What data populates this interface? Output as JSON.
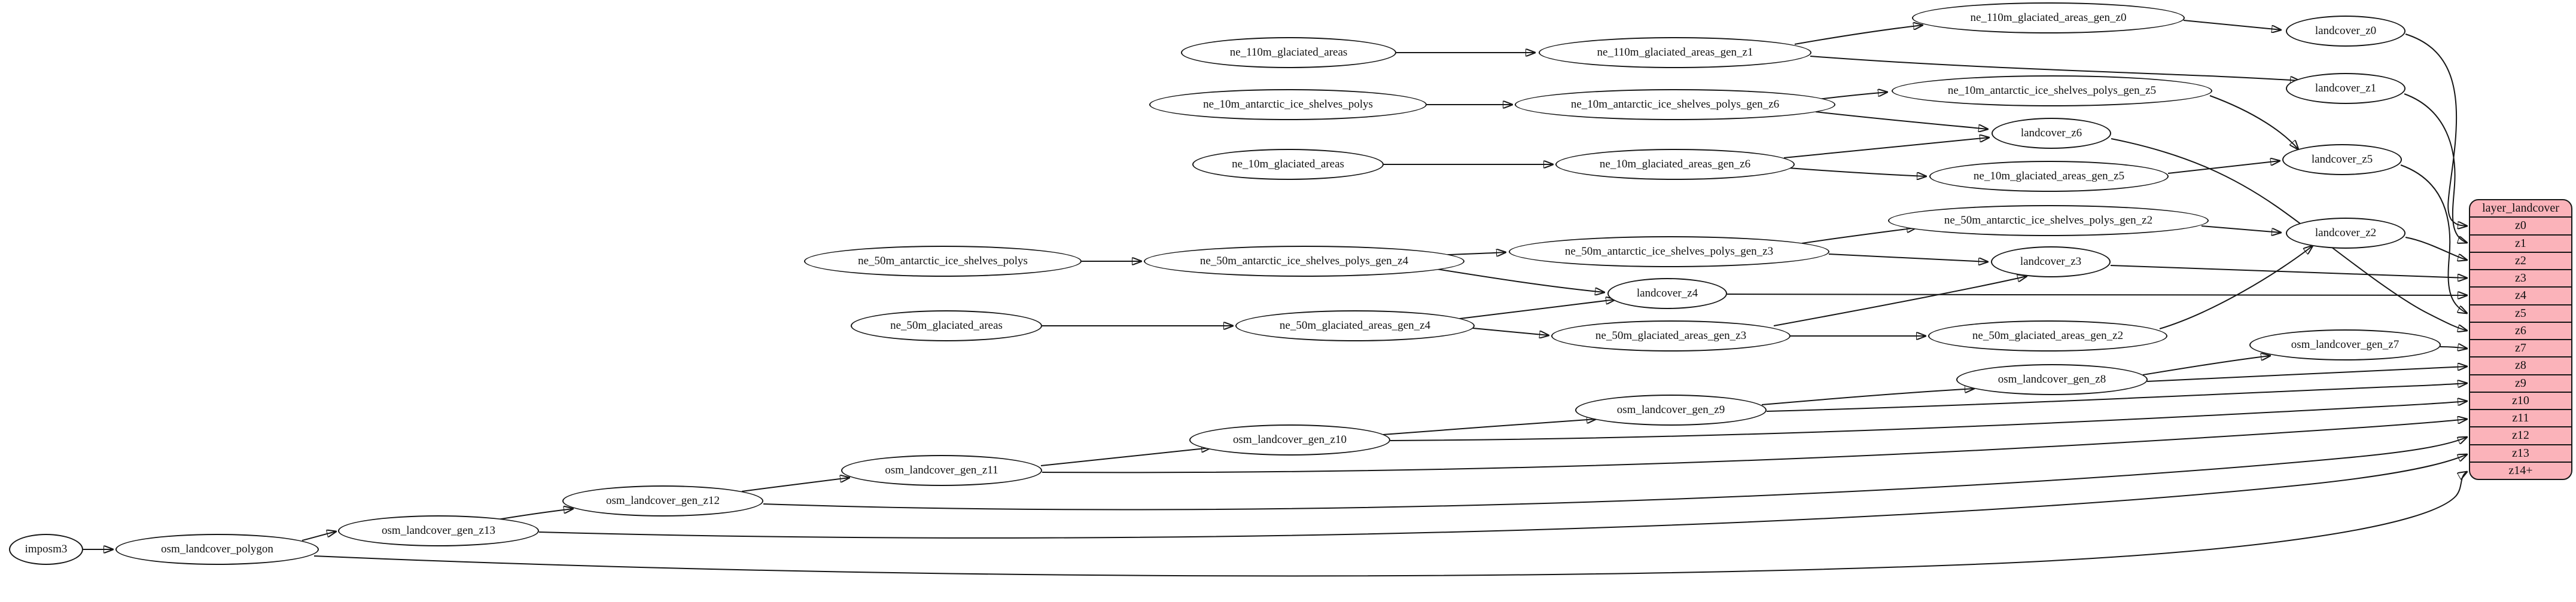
{
  "diagram": {
    "kind": "etl-dependency-graph",
    "colors": {
      "background": "#ffffff",
      "node_fill": "#ffffff",
      "node_stroke": "#161616",
      "edge": "#161616",
      "record_fill": "#fbb3ba"
    }
  },
  "nodes": {
    "imposm3": "imposm3",
    "osm_landcover_polygon": "osm_landcover_polygon",
    "osm_landcover_gen_z13": "osm_landcover_gen_z13",
    "osm_landcover_gen_z12": "osm_landcover_gen_z12",
    "osm_landcover_gen_z11": "osm_landcover_gen_z11",
    "osm_landcover_gen_z10": "osm_landcover_gen_z10",
    "osm_landcover_gen_z9": "osm_landcover_gen_z9",
    "osm_landcover_gen_z8": "osm_landcover_gen_z8",
    "osm_landcover_gen_z7": "osm_landcover_gen_z7",
    "ne_110m_glaciated_areas": "ne_110m_glaciated_areas",
    "ne_110m_glaciated_areas_gen_z1": "ne_110m_glaciated_areas_gen_z1",
    "ne_110m_glaciated_areas_gen_z0": "ne_110m_glaciated_areas_gen_z0",
    "ne_10m_antarctic_ice_shelves_polys": "ne_10m_antarctic_ice_shelves_polys",
    "ne_10m_antarctic_ice_shelves_polys_gen_z6": "ne_10m_antarctic_ice_shelves_polys_gen_z6",
    "ne_10m_antarctic_ice_shelves_polys_gen_z5": "ne_10m_antarctic_ice_shelves_polys_gen_z5",
    "ne_10m_glaciated_areas": "ne_10m_glaciated_areas",
    "ne_10m_glaciated_areas_gen_z6": "ne_10m_glaciated_areas_gen_z6",
    "ne_10m_glaciated_areas_gen_z5": "ne_10m_glaciated_areas_gen_z5",
    "ne_50m_antarctic_ice_shelves_polys": "ne_50m_antarctic_ice_shelves_polys",
    "ne_50m_antarctic_ice_shelves_polys_gen_z4": "ne_50m_antarctic_ice_shelves_polys_gen_z4",
    "ne_50m_antarctic_ice_shelves_polys_gen_z3": "ne_50m_antarctic_ice_shelves_polys_gen_z3",
    "ne_50m_antarctic_ice_shelves_polys_gen_z2": "ne_50m_antarctic_ice_shelves_polys_gen_z2",
    "ne_50m_glaciated_areas": "ne_50m_glaciated_areas",
    "ne_50m_glaciated_areas_gen_z4": "ne_50m_glaciated_areas_gen_z4",
    "ne_50m_glaciated_areas_gen_z3": "ne_50m_glaciated_areas_gen_z3",
    "ne_50m_glaciated_areas_gen_z2": "ne_50m_glaciated_areas_gen_z2",
    "landcover_z0": "landcover_z0",
    "landcover_z1": "landcover_z1",
    "landcover_z2": "landcover_z2",
    "landcover_z3": "landcover_z3",
    "landcover_z4": "landcover_z4",
    "landcover_z5": "landcover_z5",
    "landcover_z6": "landcover_z6"
  },
  "table": {
    "title": "layer_landcover",
    "rows": [
      "z0",
      "z1",
      "z2",
      "z3",
      "z4",
      "z5",
      "z6",
      "z7",
      "z8",
      "z9",
      "z10",
      "z11",
      "z12",
      "z13",
      "z14+"
    ]
  },
  "edges": [
    [
      "imposm3",
      "osm_landcover_polygon"
    ],
    [
      "osm_landcover_polygon",
      "osm_landcover_gen_z13"
    ],
    [
      "osm_landcover_polygon",
      "layer_landcover.z14+"
    ],
    [
      "osm_landcover_gen_z13",
      "osm_landcover_gen_z12"
    ],
    [
      "osm_landcover_gen_z13",
      "layer_landcover.z13"
    ],
    [
      "osm_landcover_gen_z12",
      "osm_landcover_gen_z11"
    ],
    [
      "osm_landcover_gen_z12",
      "layer_landcover.z12"
    ],
    [
      "osm_landcover_gen_z11",
      "osm_landcover_gen_z10"
    ],
    [
      "osm_landcover_gen_z11",
      "layer_landcover.z11"
    ],
    [
      "osm_landcover_gen_z10",
      "osm_landcover_gen_z9"
    ],
    [
      "osm_landcover_gen_z10",
      "layer_landcover.z10"
    ],
    [
      "osm_landcover_gen_z9",
      "osm_landcover_gen_z8"
    ],
    [
      "osm_landcover_gen_z9",
      "layer_landcover.z9"
    ],
    [
      "osm_landcover_gen_z8",
      "osm_landcover_gen_z7"
    ],
    [
      "osm_landcover_gen_z8",
      "layer_landcover.z8"
    ],
    [
      "osm_landcover_gen_z7",
      "layer_landcover.z7"
    ],
    [
      "ne_110m_glaciated_areas",
      "ne_110m_glaciated_areas_gen_z1"
    ],
    [
      "ne_110m_glaciated_areas_gen_z1",
      "ne_110m_glaciated_areas_gen_z0"
    ],
    [
      "ne_110m_glaciated_areas_gen_z1",
      "landcover_z1"
    ],
    [
      "ne_110m_glaciated_areas_gen_z0",
      "landcover_z0"
    ],
    [
      "landcover_z0",
      "layer_landcover.z0"
    ],
    [
      "landcover_z1",
      "layer_landcover.z1"
    ],
    [
      "ne_10m_antarctic_ice_shelves_polys",
      "ne_10m_antarctic_ice_shelves_polys_gen_z6"
    ],
    [
      "ne_10m_antarctic_ice_shelves_polys_gen_z6",
      "ne_10m_antarctic_ice_shelves_polys_gen_z5"
    ],
    [
      "ne_10m_antarctic_ice_shelves_polys_gen_z6",
      "landcover_z6"
    ],
    [
      "ne_10m_antarctic_ice_shelves_polys_gen_z5",
      "landcover_z5"
    ],
    [
      "ne_10m_glaciated_areas",
      "ne_10m_glaciated_areas_gen_z6"
    ],
    [
      "ne_10m_glaciated_areas_gen_z6",
      "landcover_z6"
    ],
    [
      "ne_10m_glaciated_areas_gen_z6",
      "ne_10m_glaciated_areas_gen_z5"
    ],
    [
      "ne_10m_glaciated_areas_gen_z5",
      "landcover_z5"
    ],
    [
      "landcover_z5",
      "layer_landcover.z5"
    ],
    [
      "landcover_z6",
      "layer_landcover.z6"
    ],
    [
      "ne_50m_antarctic_ice_shelves_polys",
      "ne_50m_antarctic_ice_shelves_polys_gen_z4"
    ],
    [
      "ne_50m_antarctic_ice_shelves_polys_gen_z4",
      "ne_50m_antarctic_ice_shelves_polys_gen_z3"
    ],
    [
      "ne_50m_antarctic_ice_shelves_polys_gen_z4",
      "landcover_z4"
    ],
    [
      "ne_50m_antarctic_ice_shelves_polys_gen_z3",
      "ne_50m_antarctic_ice_shelves_polys_gen_z2"
    ],
    [
      "ne_50m_antarctic_ice_shelves_polys_gen_z3",
      "landcover_z3"
    ],
    [
      "ne_50m_antarctic_ice_shelves_polys_gen_z2",
      "landcover_z2"
    ],
    [
      "ne_50m_glaciated_areas",
      "ne_50m_glaciated_areas_gen_z4"
    ],
    [
      "ne_50m_glaciated_areas_gen_z4",
      "landcover_z4"
    ],
    [
      "ne_50m_glaciated_areas_gen_z4",
      "ne_50m_glaciated_areas_gen_z3"
    ],
    [
      "ne_50m_glaciated_areas_gen_z3",
      "landcover_z3"
    ],
    [
      "ne_50m_glaciated_areas_gen_z3",
      "ne_50m_glaciated_areas_gen_z2"
    ],
    [
      "ne_50m_glaciated_areas_gen_z2",
      "landcover_z2"
    ],
    [
      "landcover_z2",
      "layer_landcover.z2"
    ],
    [
      "landcover_z3",
      "layer_landcover.z3"
    ],
    [
      "landcover_z4",
      "layer_landcover.z4"
    ]
  ]
}
